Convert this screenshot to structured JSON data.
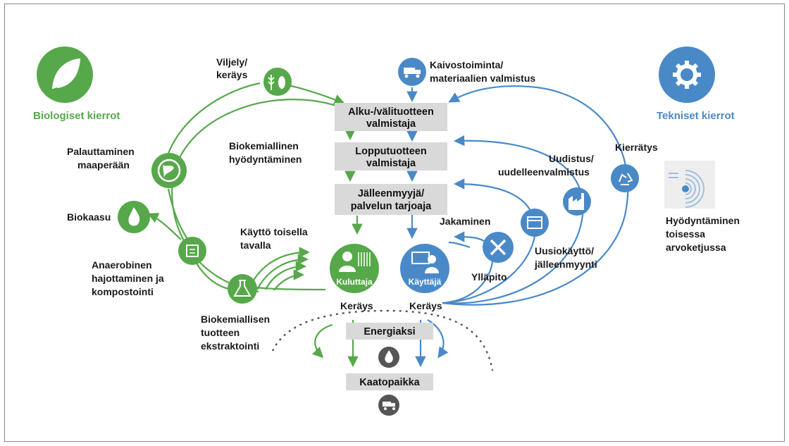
{
  "colors": {
    "biological": "#56a84a",
    "technical": "#4a89c8",
    "box": "#d9d9d9",
    "dark": "#555555"
  },
  "headers": {
    "biological": "Biologiset kierrot",
    "technical": "Tekniset kierrot"
  },
  "boxes": {
    "production_1": "Alku-/välituotteen",
    "production_2": "valmistaja",
    "product_1": "Lopputuotteen",
    "product_2": "valmistaja",
    "retail_1": "Jälleenmyyjä/",
    "retail_2": "palvelun tarjoaja",
    "energy": "Energiaksi",
    "landfill": "Kaatopaikka"
  },
  "labels": {
    "farming_1": "Viljely/",
    "farming_2": "keräys",
    "mining_1": "Kaivostoiminta/",
    "mining_2": "materiaalien valmistus",
    "biochem_1": "Biokemiallinen",
    "biochem_2": "hyödyntäminen",
    "soil_1": "Palauttaminen",
    "soil_2": "maaperään",
    "biogas": "Biokaasu",
    "anaerobic_1": "Anaerobinen",
    "anaerobic_2": "hajottaminen ja",
    "anaerobic_3": "kompostointi",
    "extraction_1": "Biokemiallisen",
    "extraction_2": "tuotteen",
    "extraction_3": "ekstraktointi",
    "other_use_1": "Käyttö toisella",
    "other_use_2": "tavalla",
    "consumer": "Kuluttaja",
    "user": "Käyttäjä",
    "collection_left": "Keräys",
    "collection_right": "Keräys",
    "sharing": "Jakaminen",
    "maintenance": "Ylläpito",
    "refurbish_1": "Uudistus/",
    "refurbish_2": "uudelleenvalmistus",
    "reuse_1": "Uusiokäyttö/",
    "reuse_2": "jälleenmyynti",
    "recycling": "Kierrätys",
    "cascade_1": "Hyödyntäminen",
    "cascade_2": "toisessa",
    "cascade_3": "arvoketjussa"
  },
  "icons": [
    "leaf-icon",
    "gear-icon",
    "wheat-fish-icon",
    "mining-truck-icon",
    "globe-icon",
    "flame-icon",
    "compost-icon",
    "flask-icon",
    "consumer-icon",
    "user-computer-icon",
    "tools-icon",
    "box-icon",
    "factory-icon",
    "recycle-icon",
    "cascade-icon",
    "landfill-truck-icon"
  ]
}
